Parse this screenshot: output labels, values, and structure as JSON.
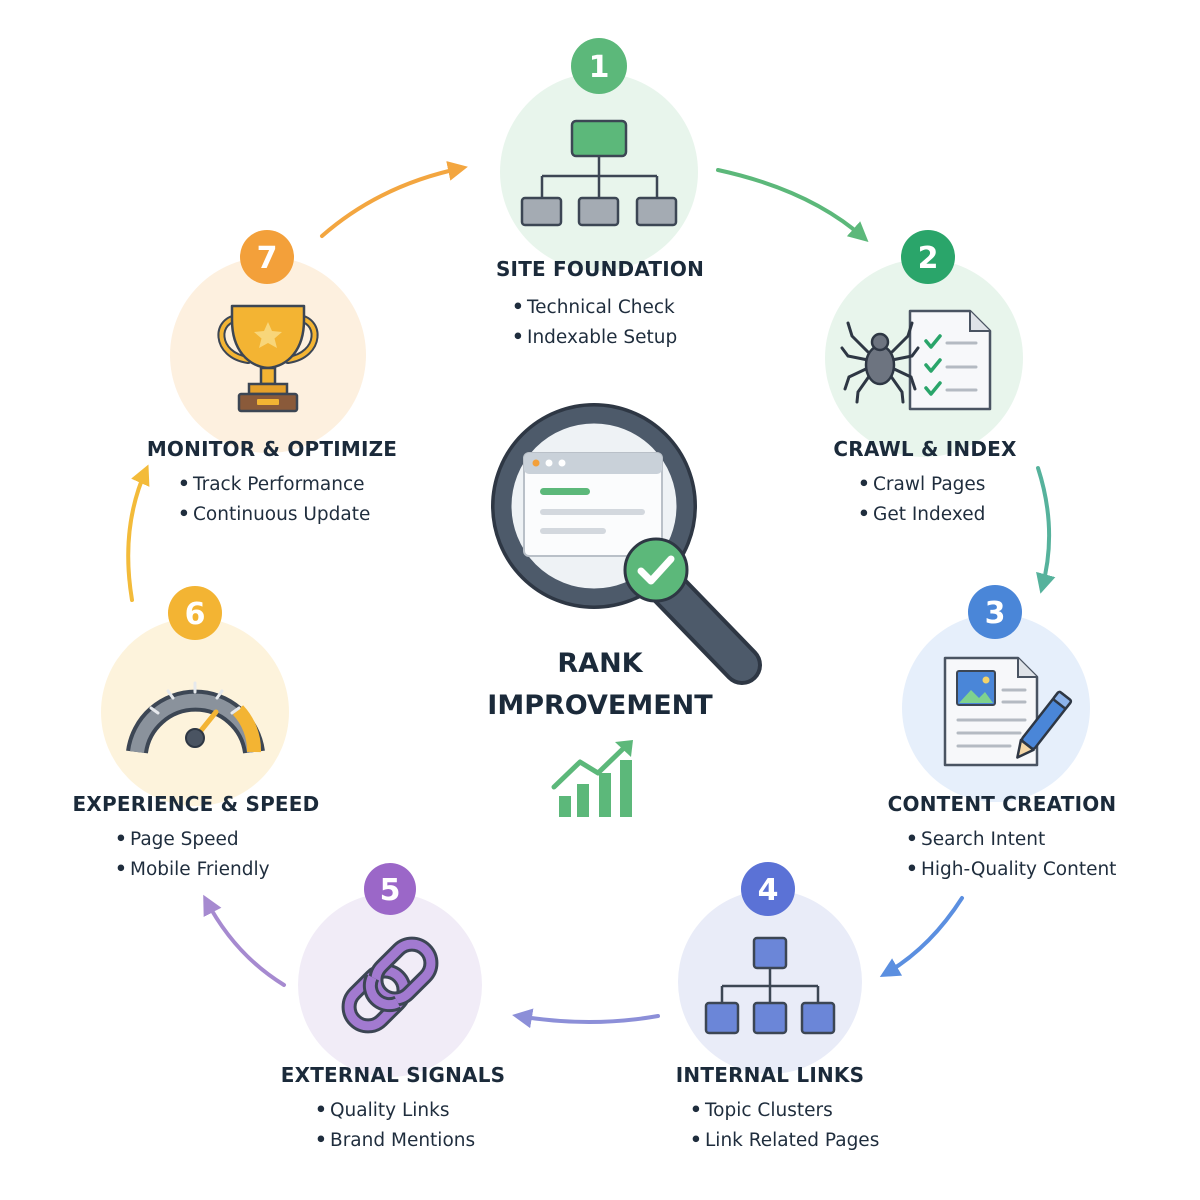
{
  "center": {
    "title_line1": "RANK",
    "title_line2": "IMPROVEMENT"
  },
  "steps": [
    {
      "number": "1",
      "title": "SITE FOUNDATION",
      "bullets": [
        "Technical Check",
        "Indexable Setup"
      ],
      "color": "#5cb87a",
      "icon": "site-hierarchy-icon"
    },
    {
      "number": "2",
      "title": "CRAWL & INDEX",
      "bullets": [
        "Crawl Pages",
        "Get Indexed"
      ],
      "color": "#2aa56a",
      "icon": "spider-checklist-icon"
    },
    {
      "number": "3",
      "title": "CONTENT CREATION",
      "bullets": [
        "Search Intent",
        "High-Quality Content"
      ],
      "color": "#4a86d8",
      "icon": "document-pencil-icon"
    },
    {
      "number": "4",
      "title": "INTERNAL LINKS",
      "bullets": [
        "Topic Clusters",
        "Link Related Pages"
      ],
      "color": "#5b72d6",
      "icon": "link-hierarchy-icon"
    },
    {
      "number": "5",
      "title": "EXTERNAL SIGNALS",
      "bullets": [
        "Quality Links",
        "Brand Mentions"
      ],
      "color": "#9b67c8",
      "icon": "chain-link-icon"
    },
    {
      "number": "6",
      "title": "EXPERIENCE & SPEED",
      "bullets": [
        "Page Speed",
        "Mobile Friendly"
      ],
      "color": "#f3b433",
      "icon": "speedometer-icon"
    },
    {
      "number": "7",
      "title": "MONITOR & OPTIMIZE",
      "bullets": [
        "Track Performance",
        "Continuous Update"
      ],
      "color": "#f3a03a",
      "icon": "trophy-icon"
    }
  ],
  "center_icons": [
    "magnifier-browser-icon",
    "checkmark-badge-icon",
    "growth-bars-icon"
  ]
}
